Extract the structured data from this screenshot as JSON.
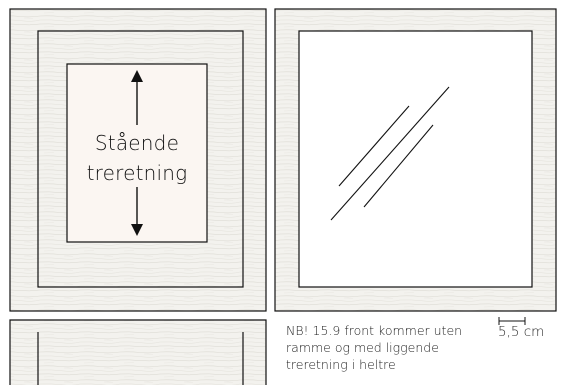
{
  "panel_left": {
    "grain_direction_label_line1": "Stående",
    "grain_direction_label_line2": "treretning"
  },
  "note": {
    "line1": "NB! 15.9 front kommer uten",
    "line2": "ramme og med liggende",
    "line3": "treretning i heltre"
  },
  "scale": {
    "label": "5,5 cm"
  },
  "colors": {
    "wood_base": "#f4f3ef",
    "inner_panel": "#fbf6f2",
    "stroke": "#111111"
  }
}
